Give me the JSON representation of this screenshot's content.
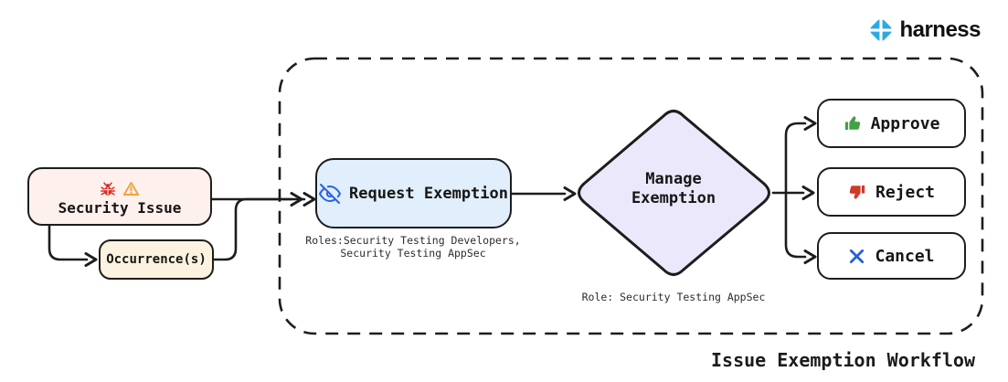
{
  "brand": {
    "name": "harness"
  },
  "workflow": {
    "title": "Issue Exemption Workflow",
    "nodes": {
      "security_issue": {
        "label": "Security Issue"
      },
      "occurrences": {
        "label": "Occurrence(s)"
      },
      "request_exemption": {
        "label": "Request Exemption",
        "roles_line1": "Roles:Security Testing Developers,",
        "roles_line2": "Security Testing AppSec"
      },
      "manage_exemption": {
        "label_line1": "Manage",
        "label_line2": "Exemption",
        "role_caption": "Role: Security Testing AppSec"
      },
      "approve": {
        "label": "Approve"
      },
      "reject": {
        "label": "Reject"
      },
      "cancel": {
        "label": "Cancel"
      }
    }
  },
  "colors": {
    "stroke": "#1d1d1d",
    "security_fill": "#fdf0ed",
    "occurrence_fill": "#fbf2df",
    "request_fill": "#e1eefb",
    "diamond_fill": "#ebe8fb",
    "approve_green": "#43a047",
    "reject_red": "#d23a28",
    "cancel_blue": "#2760d8",
    "bug_red": "#dc2b1e",
    "warning_orange": "#f0a23c",
    "eye_blue": "#2563eb",
    "brand_blue": "#2baae2"
  }
}
